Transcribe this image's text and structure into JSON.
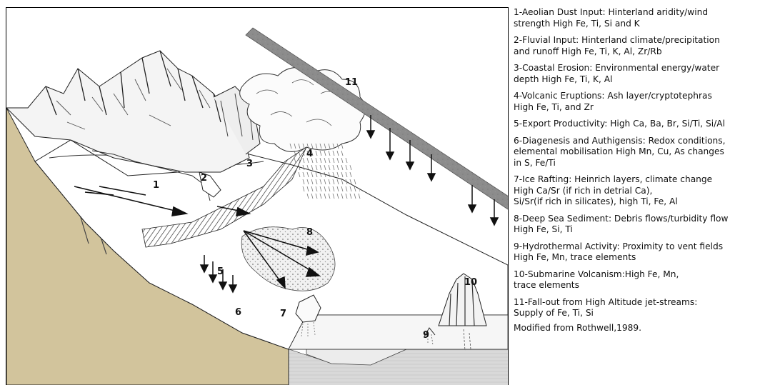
{
  "figure": {
    "labels": {
      "l1": "1",
      "l2": "2",
      "l3": "3",
      "l4": "4",
      "l5": "5",
      "l6": "6",
      "l7": "7",
      "l8": "8",
      "l9": "9",
      "l10": "10",
      "l11": "11"
    },
    "legend": [
      {
        "lines": [
          "1-Aeolian Dust Input: Hinterland aridity/wind",
          " strength High Fe, Ti, Si and K"
        ]
      },
      {
        "lines": [
          "2-Fluvial Input: Hinterland climate/precipitation",
          "and runoff High Fe, Ti, K, Al, Zr/Rb"
        ]
      },
      {
        "lines": [
          "3-Coastal Erosion: Environmental energy/water",
          "depth High Fe, Ti, K, Al"
        ]
      },
      {
        "lines": [
          "4-Volcanic Eruptions: Ash layer/cryptotephras",
          "High Fe, Ti, and Zr"
        ]
      },
      {
        "lines": [
          "5-Export Productivity: High Ca, Ba, Br, Si/Ti, Si/Al"
        ]
      },
      {
        "lines": [
          "6-Diagenesis and Authigensis: Redox conditions,",
          "elemental mobilisation High Mn, Cu, As changes",
          "in S, Fe/Ti"
        ]
      },
      {
        "lines": [
          "7-Ice Rafting: Heinrich layers, climate change",
          "High Ca/Sr (if rich in detrial Ca),",
          "Si/Sr(if rich in silicates), high Ti, Fe, Al"
        ]
      },
      {
        "lines": [
          "8-Deep Sea Sediment: Debris flows/turbidity flow",
          "High Fe, Si, Ti"
        ]
      },
      {
        "lines": [
          "9-Hydrothermal Activity: Proximity to vent fields",
          "High Fe, Mn, trace elements"
        ]
      },
      {
        "lines": [
          "10-Submarine Volcanism:High Fe, Mn,",
          "trace elements"
        ]
      },
      {
        "lines": [
          "11-Fall-out from High Altitude jet-streams:",
          "Supply of Fe, Ti, Si"
        ]
      }
    ],
    "credit": "Modified from Rothwell,1989."
  }
}
